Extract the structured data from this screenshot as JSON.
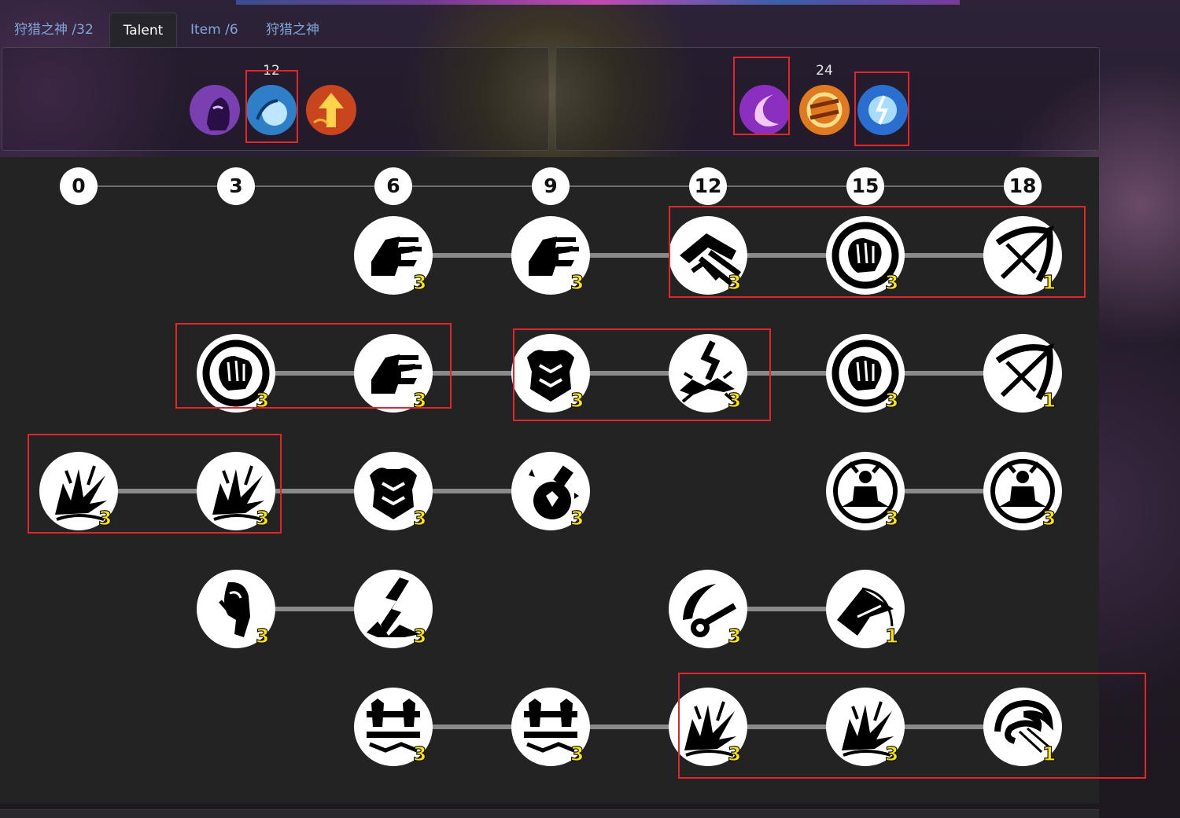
{
  "tabs": [
    {
      "label": "狩猎之神 /32",
      "active": false
    },
    {
      "label": "Talent",
      "active": true
    },
    {
      "label": "Item /6",
      "active": false
    },
    {
      "label": "狩猎之神",
      "active": false
    }
  ],
  "spells": {
    "left": [
      {
        "icon": "hooded-figure-icon",
        "color": "#7a3fb0"
      },
      {
        "icon": "water-orb-icon",
        "color": "#2f7fc8",
        "label": "12"
      },
      {
        "icon": "rising-arrow-icon",
        "color": "#c8451e"
      }
    ],
    "right": [
      {
        "icon": "crescent-moon-icon",
        "color": "#8a2fc0"
      },
      {
        "icon": "fire-swirl-icon",
        "color": "#e07a20",
        "label": "24"
      },
      {
        "icon": "lightning-orb-icon",
        "color": "#2a6fd0"
      }
    ]
  },
  "levels": [
    "0",
    "3",
    "6",
    "9",
    "12",
    "15",
    "18"
  ],
  "talent_rows": [
    [
      {
        "icon": "winged-boot-icon",
        "count": "3",
        "col": 2
      },
      {
        "icon": "winged-boot-icon",
        "count": "3",
        "col": 3
      },
      {
        "icon": "broken-sword-icon",
        "count": "3",
        "col": 4
      },
      {
        "icon": "fist-icon",
        "count": "3",
        "col": 5
      },
      {
        "icon": "crossbow-icon",
        "count": "1",
        "col": 6
      }
    ],
    [
      {
        "icon": "fist-icon",
        "count": "3",
        "col": 1
      },
      {
        "icon": "winged-boot-icon",
        "count": "3",
        "col": 2
      },
      {
        "icon": "armor-icon",
        "count": "3",
        "col": 3
      },
      {
        "icon": "ground-slam-icon",
        "count": "3",
        "col": 4
      },
      {
        "icon": "fist-icon",
        "count": "3",
        "col": 5
      },
      {
        "icon": "crossbow-icon",
        "count": "1",
        "col": 6
      }
    ],
    [
      {
        "icon": "explosion-icon",
        "count": "3",
        "col": 0
      },
      {
        "icon": "explosion-icon",
        "count": "3",
        "col": 1
      },
      {
        "icon": "armor-icon",
        "count": "3",
        "col": 2
      },
      {
        "icon": "potion-icon",
        "count": "3",
        "col": 3
      },
      {
        "icon": "meditation-icon",
        "count": "3",
        "col": 5
      },
      {
        "icon": "meditation-icon",
        "count": "3",
        "col": 6
      }
    ],
    [
      {
        "icon": "hooded-rogue-icon",
        "count": "3",
        "col": 1
      },
      {
        "icon": "lightning-strike-icon",
        "count": "3",
        "col": 2
      },
      {
        "icon": "dagger-slash-icon",
        "count": "3",
        "col": 4
      },
      {
        "icon": "glider-bow-icon",
        "count": "1",
        "col": 5
      }
    ],
    [
      {
        "icon": "warrior-squad-icon",
        "count": "3",
        "col": 2
      },
      {
        "icon": "warrior-squad-icon",
        "count": "3",
        "col": 3
      },
      {
        "icon": "explosion-icon",
        "count": "3",
        "col": 4
      },
      {
        "icon": "explosion-icon",
        "count": "3",
        "col": 5
      },
      {
        "icon": "wind-swirl-icon",
        "count": "1",
        "col": 6
      }
    ]
  ],
  "colors": {
    "highlight": "#e0262b",
    "count": "#ffe600",
    "board": "#232323",
    "tab_link": "#7fa7d8"
  }
}
